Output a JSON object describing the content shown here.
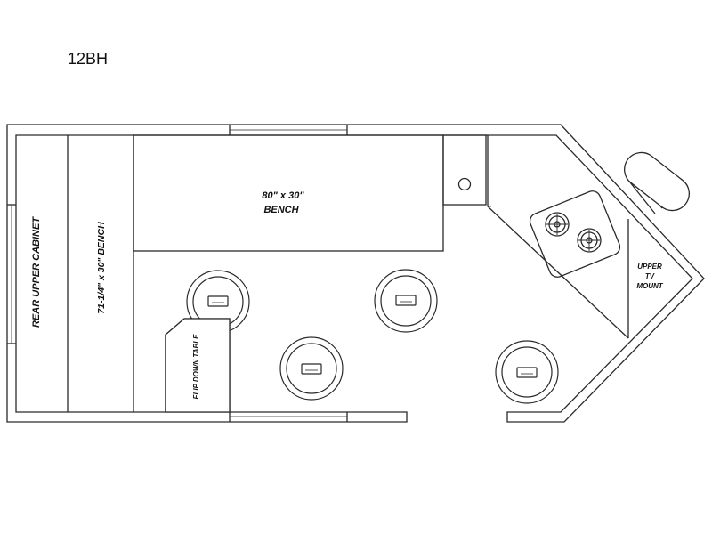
{
  "model": "12BH",
  "labels": {
    "bench_top_line1": "80\" x 30\"",
    "bench_top_line2": "BENCH",
    "rear_upper_cabinet": "REAR UPPER CABINET",
    "side_bench": "71-1/4\" x 30\" BENCH",
    "flip_down_table": "FLIP DOWN TABLE",
    "tv_line1": "UPPER",
    "tv_line2": "TV",
    "tv_line3": "MOUNT"
  },
  "colors": {
    "line": "#2a2a2a",
    "light": "#8a8a8a",
    "background": "#ffffff"
  }
}
